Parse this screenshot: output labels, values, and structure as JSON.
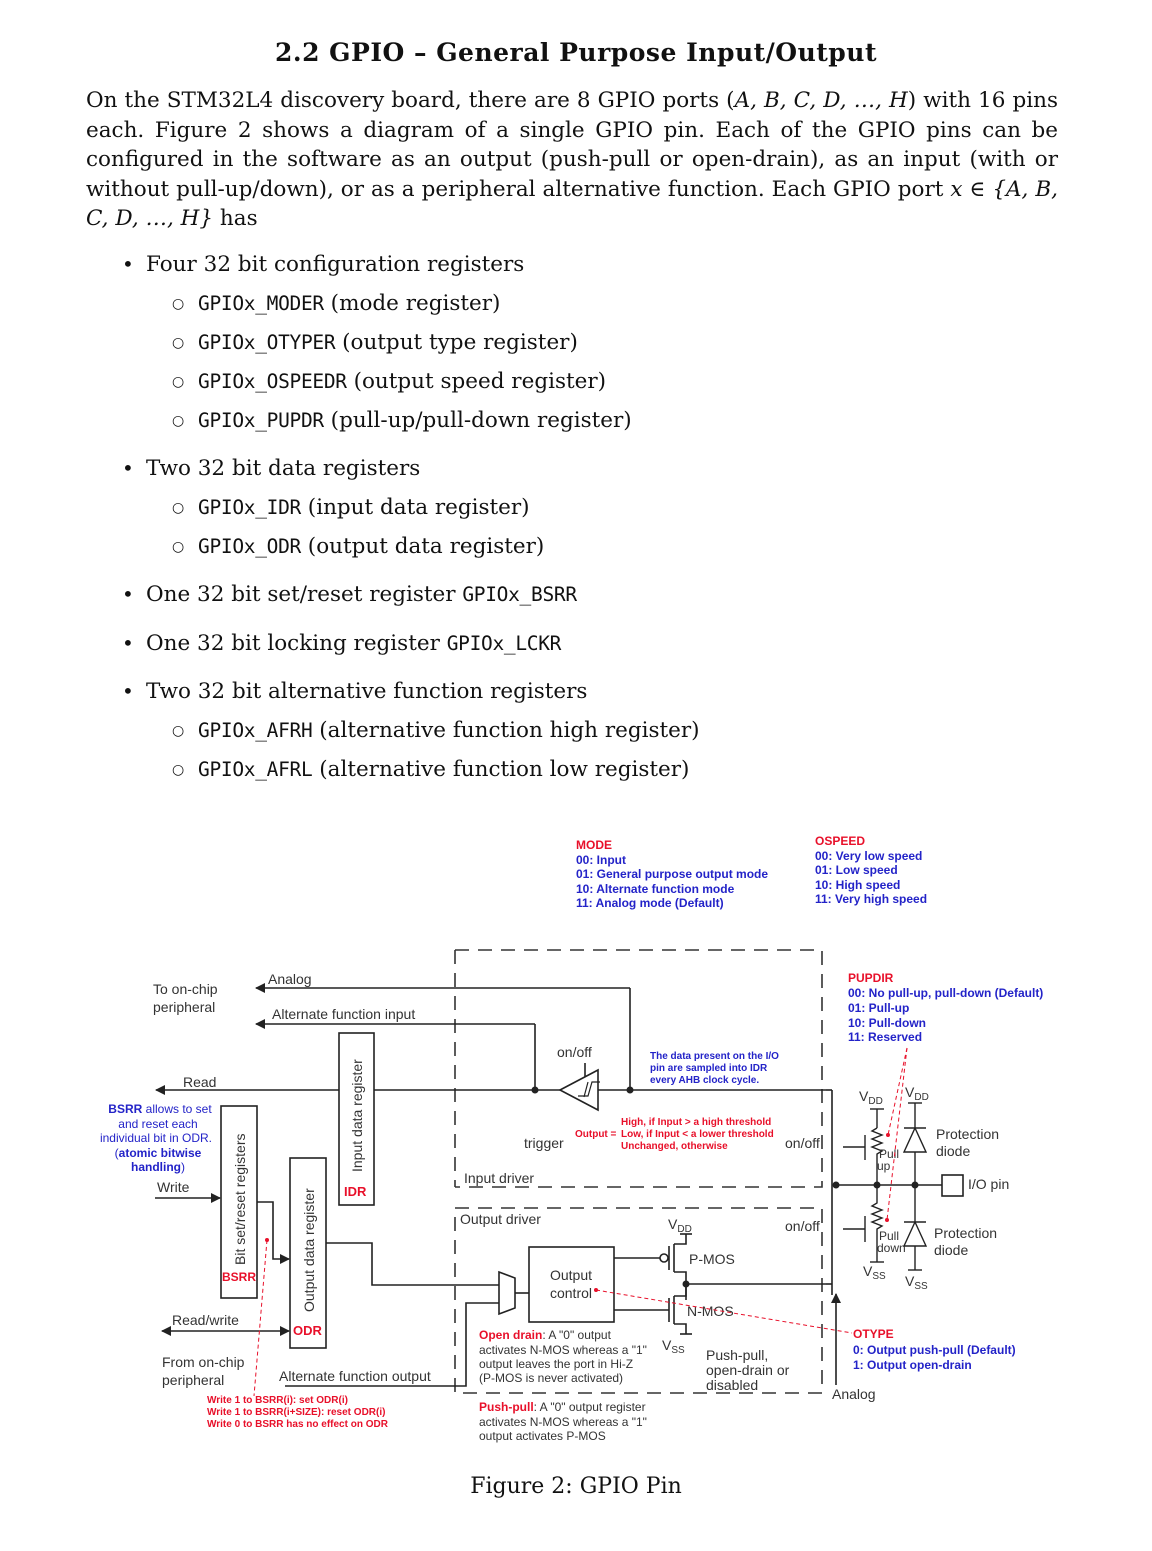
{
  "section": {
    "title": "2.2 GPIO – General Purpose Input/Output",
    "intro": {
      "p1": "On the STM32L4 discovery board, there are 8 GPIO ports (",
      "p1_math": "A, B, C, D, …, H",
      "p2": ") with 16 pins each. Figure 2 shows a diagram of a single GPIO pin. Each of the GPIO pins can be configured in the software as an output (push-pull or open-drain), as an input (with or without pull-up/down), or as a peripheral alternative function. Each GPIO port ",
      "p2_math": "x ∈ {A, B, C, D, …, H}",
      "p3": " has"
    }
  },
  "list": [
    {
      "text": "Four 32 bit configuration registers",
      "sub": [
        {
          "code": "GPIOx_MODER",
          "desc": " (mode register)"
        },
        {
          "code": "GPIOx_OTYPER",
          "desc": " (output type register)"
        },
        {
          "code": "GPIOx_OSPEEDR",
          "desc": " (output speed register)"
        },
        {
          "code": "GPIOx_PUPDR",
          "desc": " (pull-up/pull-down register)"
        }
      ]
    },
    {
      "text": "Two 32 bit data registers",
      "sub": [
        {
          "code": "GPIOx_IDR",
          "desc": " (input data register)"
        },
        {
          "code": "GPIOx_ODR",
          "desc": " (output data register)"
        }
      ]
    },
    {
      "text": "One 32 bit set/reset register ",
      "code": "GPIOx_BSRR"
    },
    {
      "text": "One 32 bit locking register ",
      "code": "GPIOx_LCKR"
    },
    {
      "text": "Two 32 bit alternative function registers",
      "sub": [
        {
          "code": "GPIOx_AFRH",
          "desc": " (alternative function high register)"
        },
        {
          "code": "GPIOx_AFRL",
          "desc": " (alternative function low register)"
        }
      ]
    }
  ],
  "figure": {
    "colors": {
      "red": "#e8102a",
      "blue": "#2323c8",
      "line": "#222222"
    },
    "mode": {
      "title": "MODE",
      "items": [
        "00: Input",
        "01: General purpose output mode",
        "10: Alternate function mode",
        "11: Analog mode (Default)"
      ]
    },
    "ospeed": {
      "title": "OSPEED",
      "items": [
        "00: Very low speed",
        "01: Low speed",
        "10: High speed",
        "11: Very high speed"
      ]
    },
    "pupdr": {
      "title": "PUPDIR",
      "items": [
        "00: No pull-up, pull-down (Default)",
        "01: Pull-up",
        "10: Pull-down",
        "11: Reserved"
      ]
    },
    "otype": {
      "title": "OTYPE",
      "items": [
        "0: Output push-pull (Default)",
        "1: Output open-drain"
      ]
    },
    "labels": {
      "to_onchip": [
        "To on-chip",
        "peripheral"
      ],
      "analog_top": "Analog",
      "af_input": "Alternate function input",
      "read": "Read",
      "write": "Write",
      "read_write": "Read/write",
      "from_onchip": [
        "From on-chip",
        "peripheral"
      ],
      "af_output": "Alternate function output",
      "idr_box": "Input data register",
      "idr_tag": "IDR",
      "bsrr_box": "Bit set/reset registers",
      "bsrr_tag": "BSRR",
      "odr_box": "Output data register",
      "odr_tag": "ODR",
      "onoff_trigger": "on/off",
      "trigger": "trigger",
      "onoff_input": "on/off",
      "onoff_output": "on/off",
      "input_driver": "Input driver",
      "output_driver": "Output driver",
      "output_control": [
        "Output",
        "control"
      ],
      "pmos": "P-MOS",
      "nmos": "N-MOS",
      "vdd": "V",
      "vdd_sub": "DD",
      "vss": "V",
      "vss_sub": "SS",
      "pull_up": [
        "Pull",
        "up"
      ],
      "pull_down": [
        "Pull",
        "down"
      ],
      "protection_diode": [
        "Protection",
        "diode"
      ],
      "io_pin": "I/O pin",
      "push_pull_mode": [
        "Push-pull,",
        "open-drain or",
        "disabled"
      ],
      "analog_bottom": "Analog"
    },
    "notes": {
      "bsrr": {
        "bold": "BSRR",
        "lines": [
          " allows to set",
          "and reset each",
          "individual bit in ODR.",
          "(",
          "atomic bitwise",
          "handling",
          ")"
        ]
      },
      "idr_sample": [
        "The data present on the I/O",
        "pin are sampled into IDR",
        "every AHB clock cycle."
      ],
      "trigger_out": {
        "prefix": "Output =",
        "lines": [
          "High, if Input > a high threshold",
          "Low,  if Input < a lower threshold",
          "Unchanged, otherwise"
        ]
      },
      "open_drain": {
        "bold": "Open drain",
        "lines": [
          ": A \"0\" output",
          "activates N-MOS whereas a \"1\"",
          "output leaves the port in Hi-Z",
          "(P-MOS is never activated)"
        ]
      },
      "push_pull": {
        "bold": "Push-pull",
        "lines": [
          ": A \"0\" output register",
          "activates N-MOS whereas a \"1\"",
          "output activates P-MOS"
        ]
      },
      "bsrr_write": [
        "Write 1 to BSRR(i):  set ODR(i)",
        "Write 1 to BSRR(i+SIZE): reset ODR(i)",
        "Write 0 to BSRR has no effect on ODR"
      ]
    },
    "caption": "Figure 2: GPIO Pin"
  }
}
